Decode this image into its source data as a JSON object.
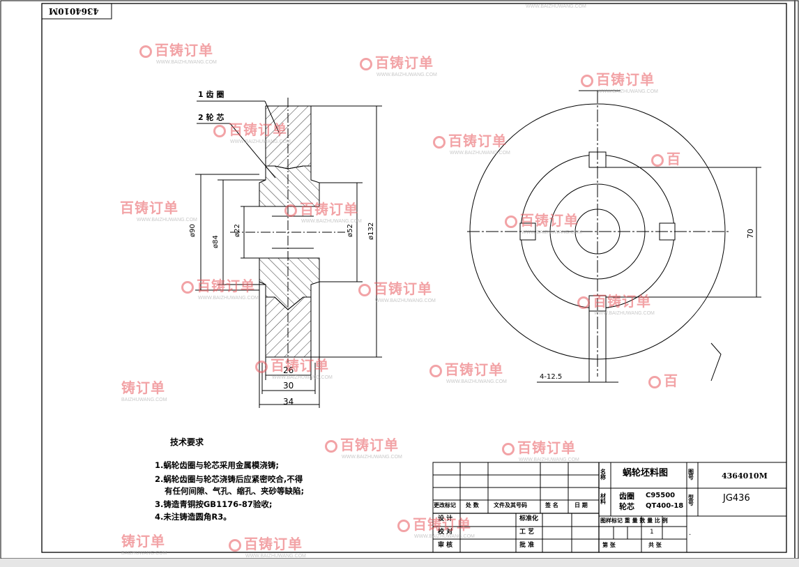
{
  "drawing_number_mirrored": "4364010M",
  "parts": {
    "item1": "1 齿 圈",
    "item2": "2 轮 芯"
  },
  "dimensions": {
    "d90": "ø90",
    "d84": "ø84",
    "d22": "ø22",
    "d52": "ø52",
    "d132": "ø132",
    "w26": "26",
    "w30": "30",
    "w34": "34",
    "d70": "70",
    "keyway": "4-12.5"
  },
  "requirements": {
    "heading": "技术要求",
    "items": [
      "1.蜗轮齿圈与轮芯采用金属模浇铸;",
      "2.蜗轮齿圈与轮芯浇铸后应紧密咬合,不得",
      "有任何间隙、气孔、缩孔、夹砂等缺陷;",
      "3.铸造青铜按GB1176-87验收;",
      "4.未注铸造圆角R3。"
    ]
  },
  "title_block": {
    "name_label": "名称",
    "name_value": "蜗轮坯料图",
    "drawing_no_label": "图号",
    "drawing_no_value": "4364010M",
    "material_label": "材料",
    "material_line1_a": "齿圈",
    "material_line1_b": "C95500",
    "material_line2_a": "轮芯",
    "material_line2_b": "QT400-18",
    "model_label": "型号",
    "model_value": "JG436",
    "rev_headers": [
      "更改标记",
      "处 数",
      "文件及其号码",
      "签 名",
      "日 期"
    ],
    "design": "设  计",
    "standard": "标准化",
    "check": "校  对",
    "process": "工  艺",
    "review": "审  核",
    "approve": "批  准",
    "scale_headers": "图样标记 重 量 数 量 比 例",
    "quantity": "1",
    "sheet": "第     张",
    "total": "共     张",
    "dot": "."
  },
  "watermark": {
    "brand": "百铸订单",
    "url": "WWW.BAIZHUWANG.COM",
    "url_partial": "BAIZHUWANG.COM",
    "brand_partial_a": "铸订单",
    "brand_partial_b": "百"
  },
  "colors": {
    "line": "#000000",
    "watermark": "#e8585e"
  }
}
